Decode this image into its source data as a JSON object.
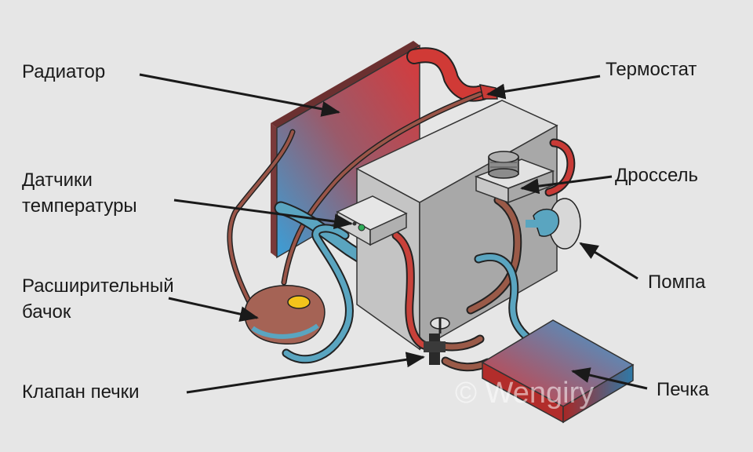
{
  "labels": {
    "radiator": "Радиатор",
    "thermostat": "Термостат",
    "sensors_line1": "Датчики",
    "sensors_line2": "температуры",
    "throttle": "Дроссель",
    "tank_line1": "Расширительный",
    "tank_line2": "бачок",
    "pump": "Помпа",
    "heater_valve": "Клапан печки",
    "heater": "Печка"
  },
  "watermark": "© Wengiry",
  "colors": {
    "hot": "#d8393a",
    "cold": "#3a9fd8",
    "hot_pipe": "#c83a36",
    "warm_pipe": "#9a5a48",
    "cold_pipe": "#5aa5c0",
    "tank_fill": "#a56355",
    "cap": "#f3c41b"
  }
}
